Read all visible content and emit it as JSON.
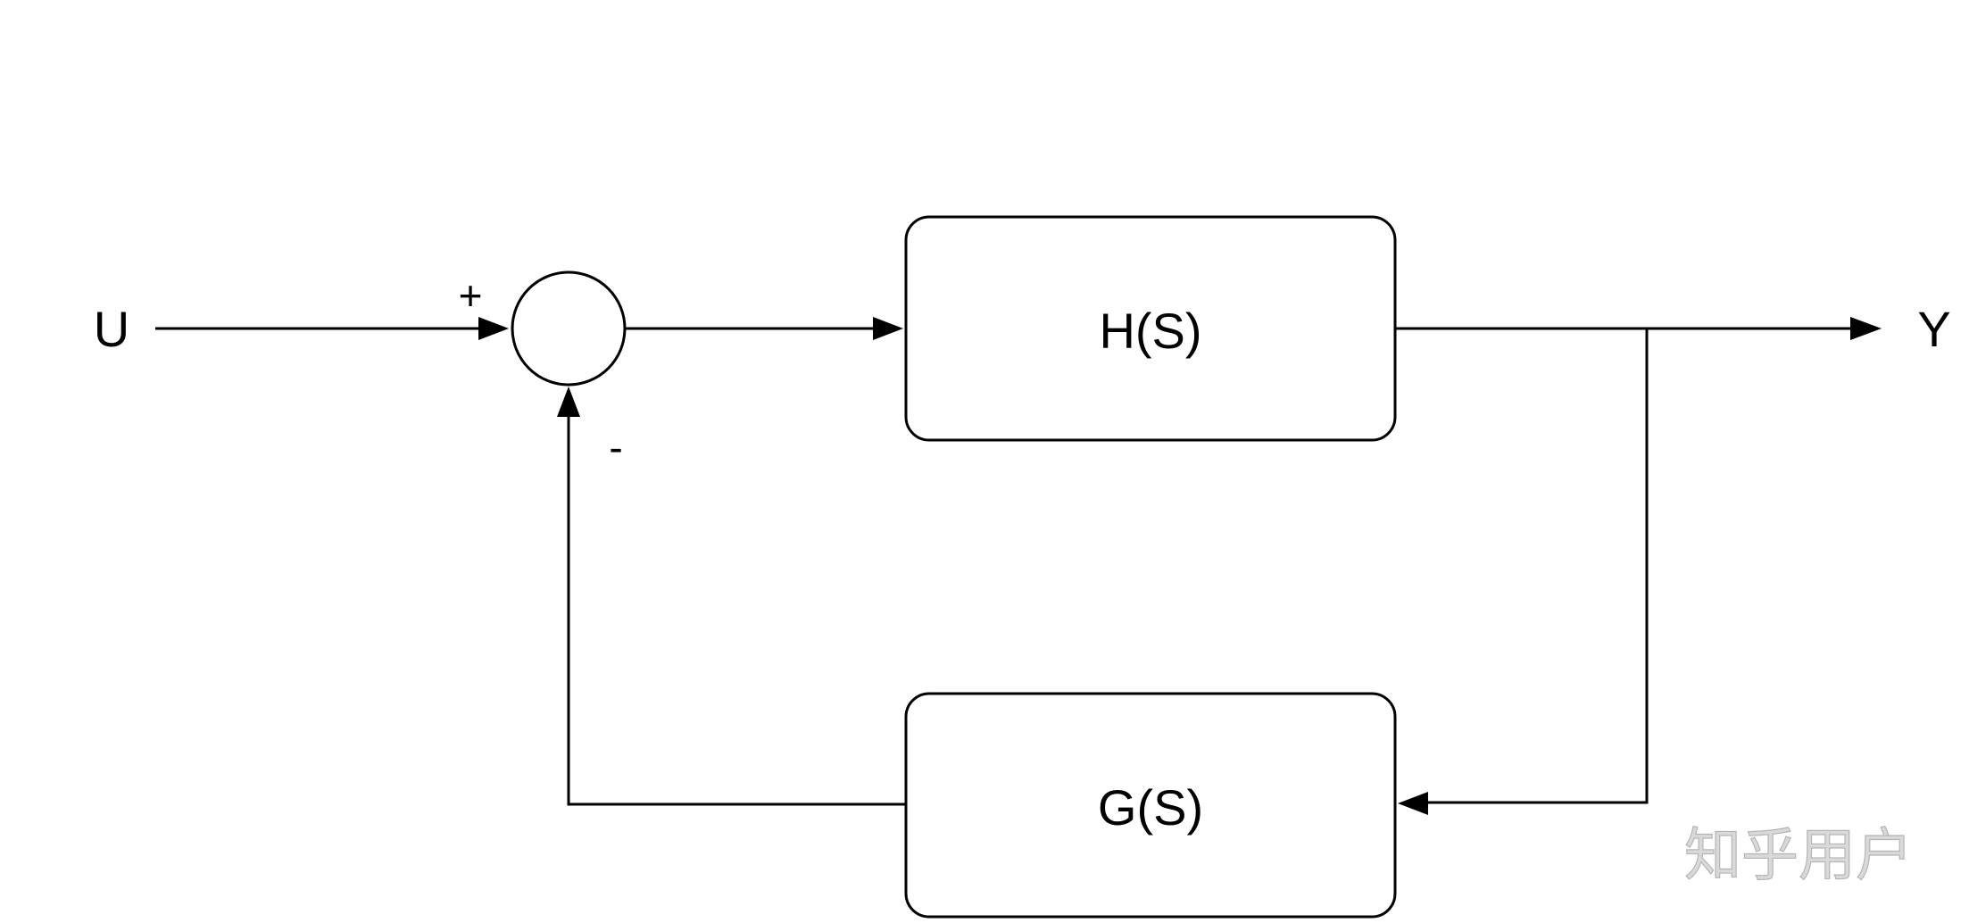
{
  "diagram": {
    "input_label": "U",
    "output_label": "Y",
    "forward_block": {
      "label": "H(S)"
    },
    "feedback_block": {
      "label": "G(S)"
    },
    "summing_junction": {
      "plus_sign": "+",
      "minus_sign": "-"
    }
  },
  "watermark": {
    "text": "知乎用户"
  },
  "colors": {
    "stroke": "#000000",
    "background": "#ffffff",
    "watermark": "#d9d9d9"
  }
}
